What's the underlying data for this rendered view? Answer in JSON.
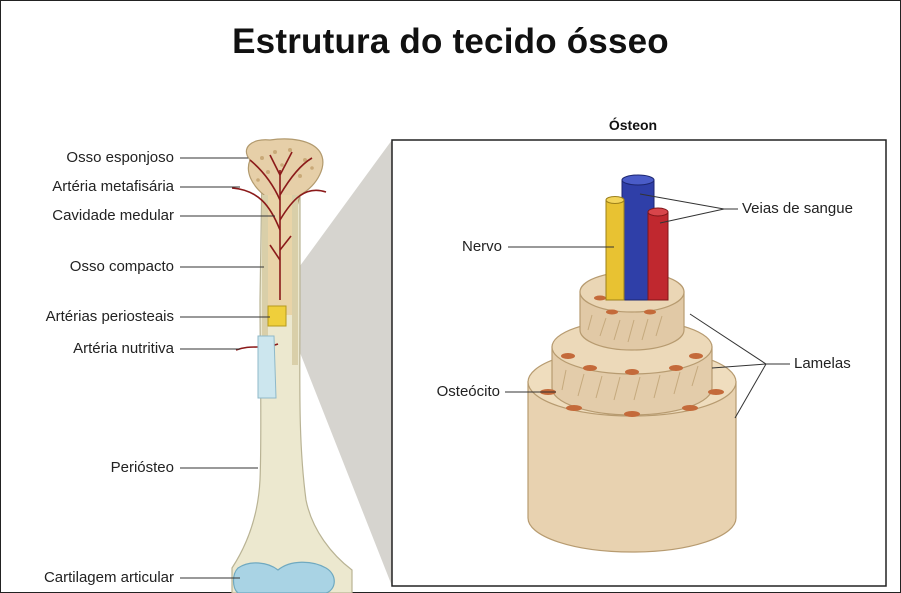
{
  "title": "Estrutura do tecido ósseo",
  "inset_title": "Ósteon",
  "bone_labels": [
    "Osso esponjoso",
    "Artéria metafisária",
    "Cavidade medular",
    "Osso compacto",
    "Artérias periosteais",
    "Artéria nutritiva",
    "Periósteo",
    "Cartilagem articular"
  ],
  "osteon_labels": {
    "veins": "Veias de sangue",
    "nerve": "Nervo",
    "lamellae": "Lamelas",
    "osteocyte": "Osteócito"
  },
  "colors": {
    "bone_shaft": "#ece8cf",
    "spongy_bone": "#e6cfa8",
    "blood_vessel": "#8b1a1a",
    "vein_blue": "#2f3fa8",
    "artery_red": "#c0282f",
    "nerve_yellow": "#e8c232",
    "cartilage": "#a9d3e4",
    "lamella": "#e8d2b0",
    "osteocyte": "#c46a3a"
  }
}
